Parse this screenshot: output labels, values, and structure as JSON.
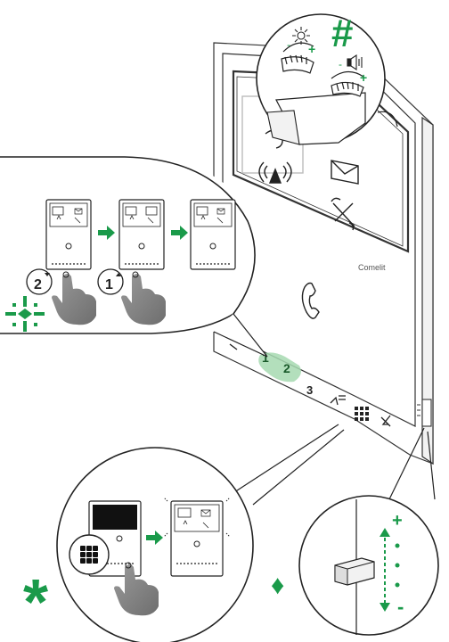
{
  "brand": {
    "logo_text": "Comelit"
  },
  "symbols": {
    "hash": "#",
    "asterisk": "*",
    "diamond": "♦",
    "cross": "⁜"
  },
  "button_numbers": {
    "btn1": "1",
    "btn2": "2",
    "btn3": "3"
  },
  "callout_top": {
    "minus": "-",
    "plus": "+"
  },
  "callout_sequence": {
    "step_a": "2",
    "step_b": "1"
  },
  "callout_side": {
    "plus": "+",
    "minus": "-"
  },
  "colors": {
    "accent_green": "#1a9a4a",
    "highlight_green": "#a6d9b0",
    "line": "#333333",
    "hand": "#8a8a8a"
  }
}
